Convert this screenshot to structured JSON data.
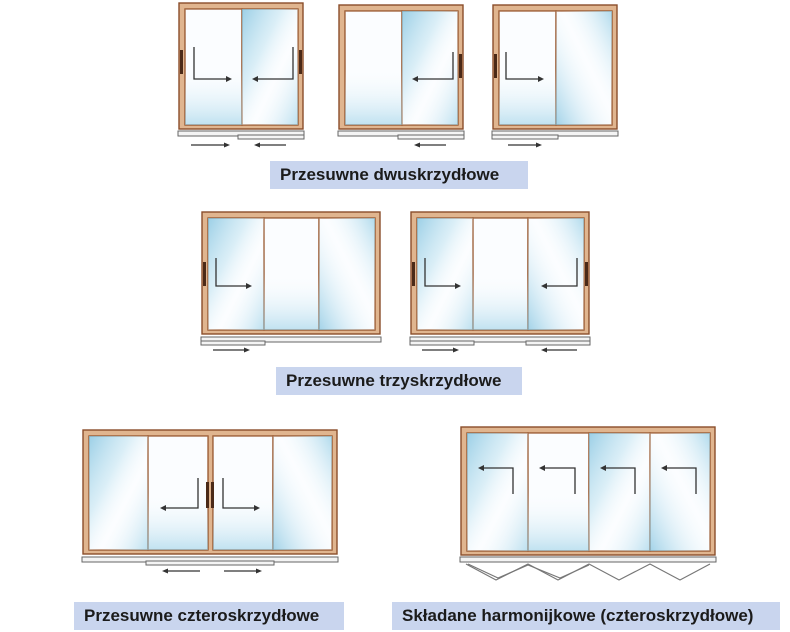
{
  "sections": [
    {
      "id": "two-leaf",
      "caption": "Przesuwne dwuskrzydłowe"
    },
    {
      "id": "three-leaf",
      "caption": "Przesuwne trzyskrzydłowe"
    },
    {
      "id": "four-leaf",
      "caption": "Przesuwne czteroskrzydłowe"
    },
    {
      "id": "folding",
      "caption": "Składane harmonijkowe (czteroskrzydłowe)"
    }
  ],
  "colors": {
    "frame": "#e0b58f",
    "frame_stroke": "#8a4e2a",
    "glass_tint": "#8fcbe4",
    "caption_background": "#c9d5ee"
  }
}
